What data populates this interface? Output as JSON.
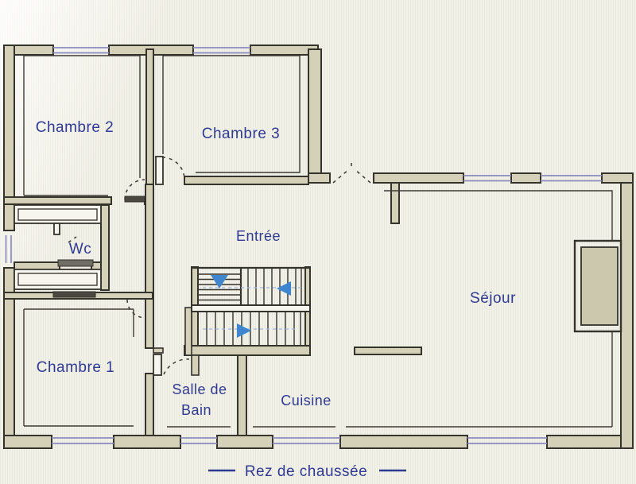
{
  "caption": {
    "text": "Rez de chaussée"
  },
  "rooms": {
    "chambre2": "Chambre 2",
    "chambre3": "Chambre 3",
    "wc": "Wc",
    "entree": "Entrée",
    "chambre1": "Chambre 1",
    "salle_de_bain_line1": "Salle de",
    "salle_de_bain_line2": "Bain",
    "cuisine": "Cuisine",
    "sejour": "Séjour"
  },
  "icons": {
    "stair_arrow_down": "▼",
    "stair_arrow_left": "◀",
    "stair_arrow_right": "▶"
  },
  "colors": {
    "paper": "#f2f1e8",
    "wall_fill": "#d5d1b8",
    "wall_stroke": "#34332c",
    "window_blue": "#8b8bc0",
    "label_navy": "#2e3a93",
    "arrow_blue": "#3f86cf",
    "fireplace_fill": "#ccc8ae"
  }
}
